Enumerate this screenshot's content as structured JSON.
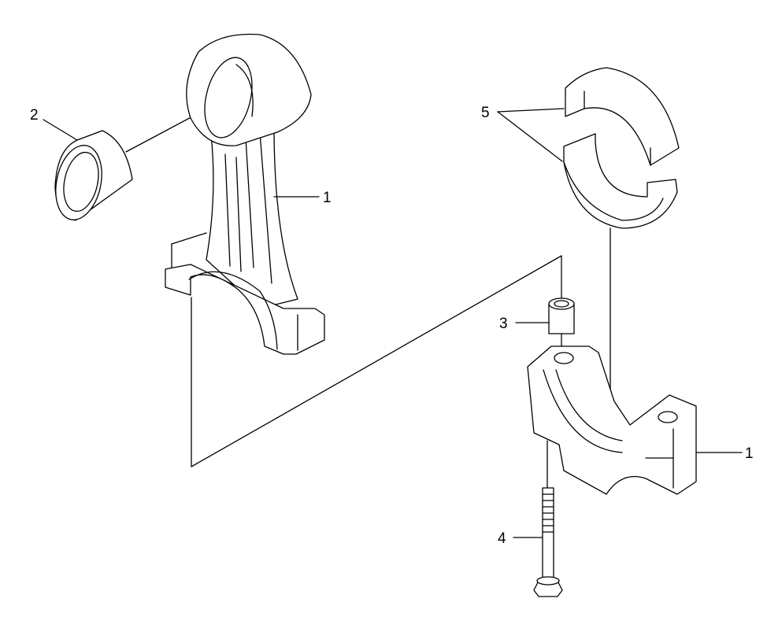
{
  "callouts": [
    {
      "id": "rod",
      "text": "1"
    },
    {
      "id": "small-end-bushing",
      "text": "2"
    },
    {
      "id": "dowel-sleeve",
      "text": "3"
    },
    {
      "id": "cap-bolt",
      "text": "4"
    },
    {
      "id": "bearing-shells",
      "text": "5"
    },
    {
      "id": "rod-cap",
      "text": "1"
    }
  ]
}
